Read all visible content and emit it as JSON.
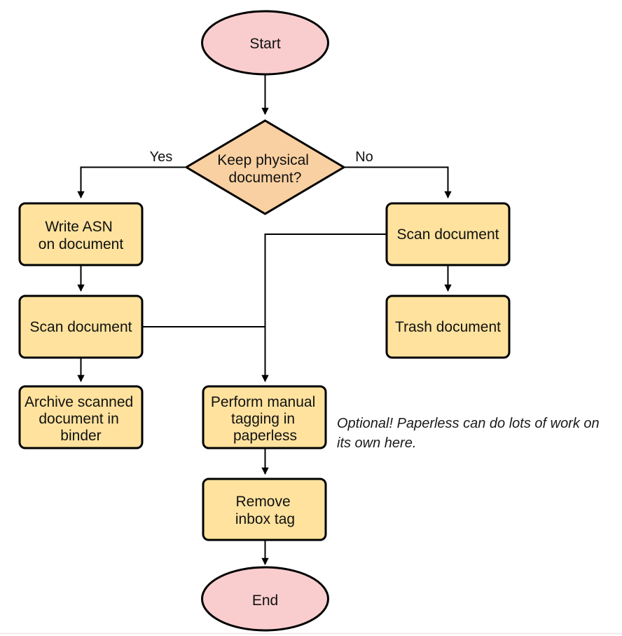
{
  "diagram": {
    "type": "flowchart",
    "nodes": {
      "start": {
        "label": "Start"
      },
      "decision": {
        "line1": "Keep physical",
        "line2": "document?"
      },
      "write_asn": {
        "line1": "Write ASN",
        "line2": "on document"
      },
      "scan_left": {
        "label": "Scan document"
      },
      "archive": {
        "line1": "Archive scanned",
        "line2": "document in",
        "line3": "binder"
      },
      "scan_right": {
        "label": "Scan document"
      },
      "trash": {
        "label": "Trash document"
      },
      "tagging": {
        "line1": "Perform manual",
        "line2": "tagging in",
        "line3": "paperless"
      },
      "remove_inbox": {
        "line1": "Remove",
        "line2": "inbox tag"
      },
      "end": {
        "label": "End"
      }
    },
    "edge_labels": {
      "yes": "Yes",
      "no": "No"
    },
    "annotation": {
      "line1": "Optional! Paperless can do lots of work on",
      "line2": "its own here."
    },
    "colors": {
      "terminal_fill": "#f9cdce",
      "decision_fill": "#f9d0a1",
      "process_fill": "#fee29e",
      "stroke": "#000000",
      "text": "#111111"
    }
  }
}
